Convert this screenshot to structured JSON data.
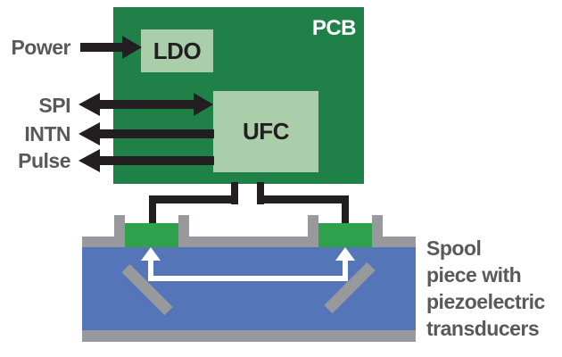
{
  "pcb": {
    "label": "PCB",
    "blocks": [
      {
        "label": "LDO"
      },
      {
        "label": "UFC"
      }
    ]
  },
  "signals": [
    {
      "label": "Power",
      "direction": "into-pcb"
    },
    {
      "label": "SPI",
      "direction": "bidirectional"
    },
    {
      "label": "INTN",
      "direction": "out-of-pcb"
    },
    {
      "label": "Pulse",
      "direction": "out-of-pcb"
    }
  ],
  "spool": {
    "caption_lines": [
      "Spool",
      "piece with",
      "piezoelectric",
      "transducers"
    ]
  },
  "colors": {
    "pcb_green": "#1F8048",
    "block_green": "#A9CEA9",
    "transducer_green": "#2FA14C",
    "pipe_blue": "#5476B8",
    "metal_gray": "#97999C",
    "wire_black": "#231F20",
    "label_gray": "#58595B",
    "beam_white": "#FFFFFF",
    "board_text": "#FFFFFF"
  }
}
